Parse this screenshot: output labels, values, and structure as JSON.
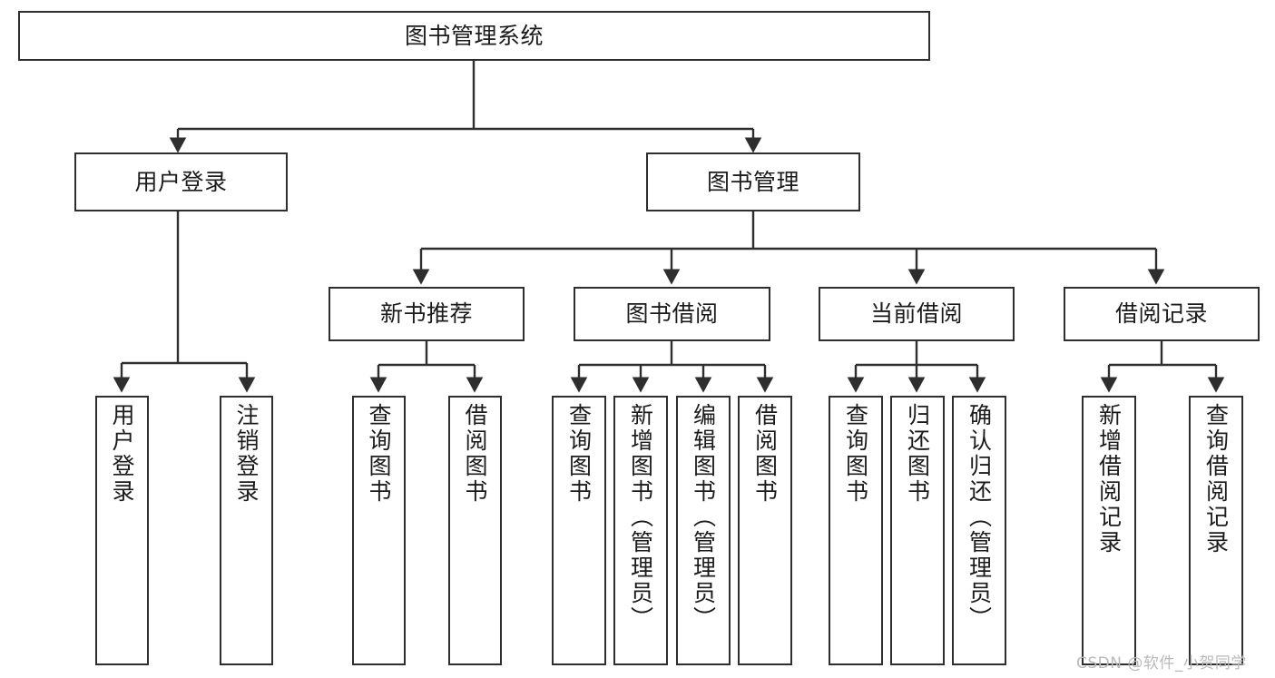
{
  "diagram": {
    "title": "图书管理系统",
    "type": "tree-hierarchy",
    "watermark": "CSDN @软件_小贺同学",
    "colors": {
      "stroke": "#2e2e2e",
      "fill": "#ffffff",
      "text": "#1b1b1b",
      "watermark": "#b9b9b9"
    },
    "levels": {
      "level1": [
        {
          "id": "root",
          "label": "图书管理系统"
        }
      ],
      "level2": [
        {
          "id": "user-login",
          "label": "用户登录",
          "parent": "root"
        },
        {
          "id": "book-manage",
          "label": "图书管理",
          "parent": "root"
        }
      ],
      "level3": [
        {
          "id": "new-book-rec",
          "label": "新书推荐",
          "parent": "book-manage"
        },
        {
          "id": "book-borrow",
          "label": "图书借阅",
          "parent": "book-manage"
        },
        {
          "id": "current-borrow",
          "label": "当前借阅",
          "parent": "book-manage"
        },
        {
          "id": "borrow-record",
          "label": "借阅记录",
          "parent": "book-manage"
        }
      ],
      "leaves": [
        {
          "id": "leaf-user-login",
          "label": "用户登录",
          "parent": "user-login"
        },
        {
          "id": "leaf-logout",
          "label": "注销登录",
          "parent": "user-login"
        },
        {
          "id": "leaf-query-book-1",
          "label": "查询图书",
          "parent": "new-book-rec"
        },
        {
          "id": "leaf-borrow-book-1",
          "label": "借阅图书",
          "parent": "new-book-rec"
        },
        {
          "id": "leaf-query-book-2",
          "label": "查询图书",
          "parent": "book-borrow"
        },
        {
          "id": "leaf-add-book",
          "label": "新增图书（管理员）",
          "parent": "book-borrow"
        },
        {
          "id": "leaf-edit-book",
          "label": "编辑图书（管理员）",
          "parent": "book-borrow"
        },
        {
          "id": "leaf-borrow-book-2",
          "label": "借阅图书",
          "parent": "book-borrow"
        },
        {
          "id": "leaf-query-book-3",
          "label": "查询图书",
          "parent": "current-borrow"
        },
        {
          "id": "leaf-return-book",
          "label": "归还图书",
          "parent": "current-borrow"
        },
        {
          "id": "leaf-confirm-return",
          "label": "确认归还（管理员）",
          "parent": "current-borrow"
        },
        {
          "id": "leaf-add-record",
          "label": "新增借阅记录",
          "parent": "borrow-record"
        },
        {
          "id": "leaf-query-record",
          "label": "查询借阅记录",
          "parent": "borrow-record"
        }
      ]
    }
  }
}
